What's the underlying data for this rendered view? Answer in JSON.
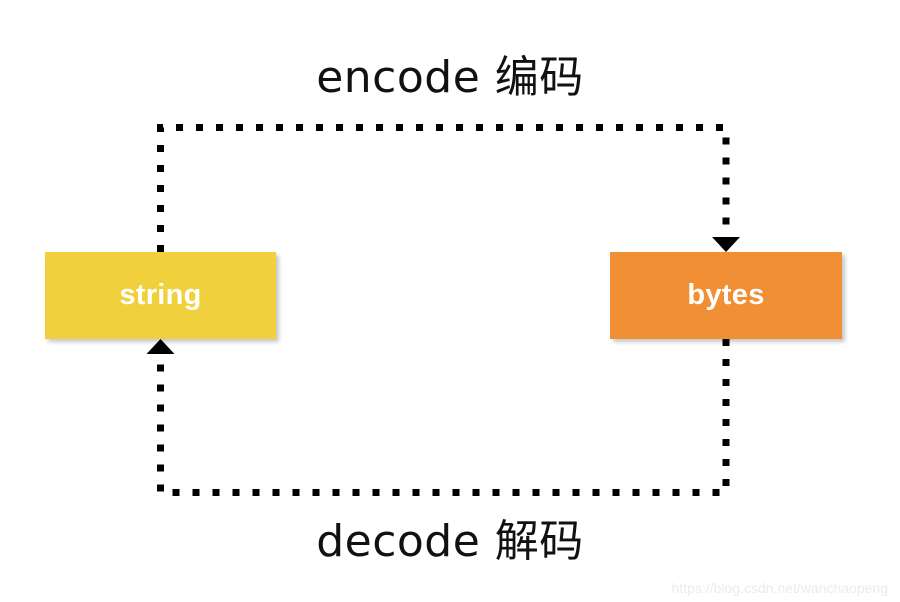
{
  "diagram": {
    "type": "flow-diagram",
    "title_top": "encode 编码",
    "title_bottom": "decode 解码",
    "nodes": [
      {
        "id": "string",
        "label": "string",
        "color": "#F0D03C",
        "text_color": "#FFFFFF"
      },
      {
        "id": "bytes",
        "label": "bytes",
        "color": "#F08F33",
        "text_color": "#FFFFFF"
      }
    ],
    "edges": [
      {
        "id": "encode",
        "from": "string",
        "to": "bytes",
        "label": "encode 编码",
        "style": "dotted",
        "color": "#000000"
      },
      {
        "id": "decode",
        "from": "bytes",
        "to": "string",
        "label": "decode 解码",
        "style": "dotted",
        "color": "#000000"
      }
    ]
  },
  "watermark": {
    "text": "https://blog.csdn.net/wanchaopeng",
    "color": "#EBEBEB"
  }
}
